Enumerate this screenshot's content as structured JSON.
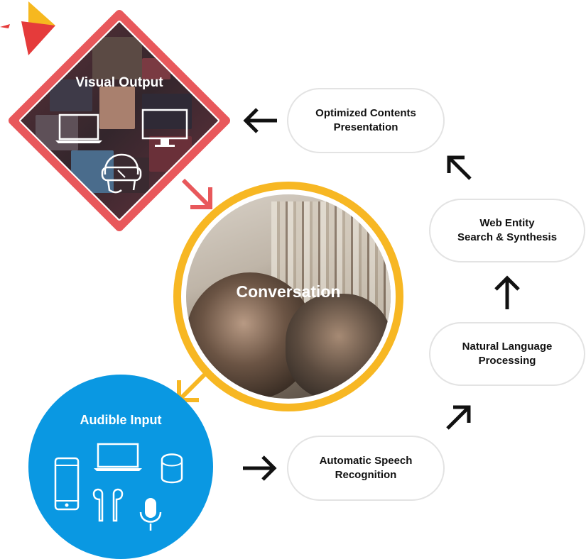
{
  "colors": {
    "visual_output": "#e8585b",
    "conversation": "#f7b723",
    "audible_input": "#0a98e2",
    "arrow": "#111111",
    "pill_border": "#e3e3e3",
    "logo_yellow": "#f6b81f",
    "logo_red": "#e53b3b"
  },
  "logo": {
    "name": "brand-logo"
  },
  "nodes": {
    "visual_output": {
      "label": "Visual Output",
      "icons": [
        "laptop-icon",
        "monitor-icon",
        "vr-headset-icon"
      ]
    },
    "conversation": {
      "label": "Conversation"
    },
    "audible_input": {
      "label": "Audible Input",
      "icons": [
        "smartphone-icon",
        "laptop-icon",
        "smart-speaker-icon",
        "earbuds-icon",
        "microphone-icon"
      ]
    }
  },
  "pills": {
    "optimized_contents": "Optimized Contents\nPresentation",
    "web_entity": "Web Entity\nSearch & Synthesis",
    "natural_language": "Natural Language\nProcessing",
    "speech_recognition": "Automatic Speech\nRecognition"
  },
  "arrows": [
    {
      "name": "arrow-to-visual-output",
      "direction": "left"
    },
    {
      "name": "arrow-to-optimized-contents",
      "direction": "up-left"
    },
    {
      "name": "arrow-to-web-entity",
      "direction": "up"
    },
    {
      "name": "arrow-to-natural-language",
      "direction": "up-right"
    },
    {
      "name": "arrow-to-speech-recognition",
      "direction": "right"
    },
    {
      "name": "arrow-visual-to-conversation",
      "direction": "down-right"
    },
    {
      "name": "arrow-conversation-to-audible",
      "direction": "down-left"
    }
  ]
}
